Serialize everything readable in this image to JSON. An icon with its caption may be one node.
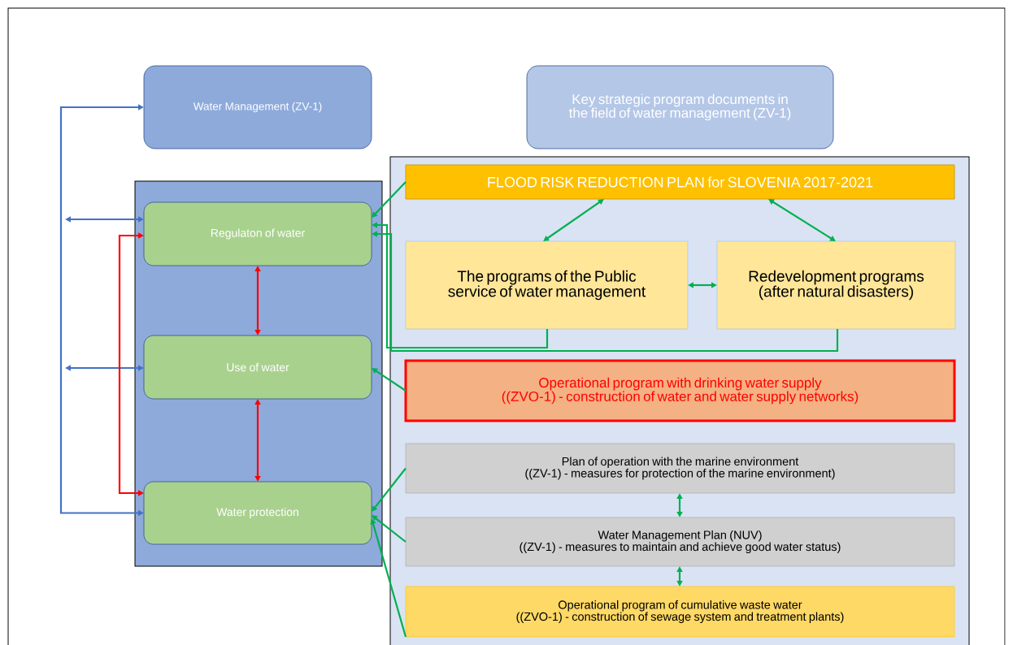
{
  "diagram": {
    "nodes": [
      {
        "text": [
          "Water Management (ZV-1)"
        ]
      },
      {
        "text": [
          "Key strategic program documents in the field of water management (ZV-1)"
        ]
      },
      {
        "text": [],
        "shape": "box"
      },
      {
        "text": [
          "Regulaton of water"
        ],
        "in": 2
      },
      {
        "text": [
          "Use of water"
        ],
        "in": 2
      },
      {
        "text": [
          "Water protection"
        ],
        "in": 2
      },
      {
        "text": [],
        "shape": "box"
      },
      {
        "text": [
          "FLOOD RISK REDUCTION PLAN for SLOVENIA 2017-2021"
        ],
        "in": 6
      },
      {
        "text": [
          "The programs of the Public service of water management"
        ],
        "in": 6
      },
      {
        "text": [
          "Redevelopment programs (after natural disasters)"
        ],
        "in": 6
      },
      {
        "text": [
          "Operational program with drinking water supply",
          "((ZVO-1) - construction of water and water supply networks)"
        ],
        "in": 6
      },
      {
        "text": [
          "Plan of operation with the marine environment",
          "((ZV-1) - measures for protection of the marine environment)"
        ],
        "in": 6
      },
      {
        "text": [
          "Water Management Plan (NUV)",
          "((ZV-1) - measures to maintain and achieve good water status)"
        ],
        "in": 6
      },
      {
        "text": [
          "Operational program of cumulative waste water",
          "((ZVO-1) - construction of sewage system and treatment plants)"
        ],
        "in": 6
      }
    ],
    "edges": [
      {
        "from": 5,
        "to": 0,
        "arrow": "both",
        "color": "#4472c4"
      },
      {
        "from": null,
        "to": 3,
        "arrow": "both",
        "color": "#4472c4"
      },
      {
        "from": null,
        "to": 4,
        "arrow": "both",
        "color": "#4472c4"
      },
      {
        "from": 3,
        "to": 4,
        "arrow": "both",
        "color": "#ff0000"
      },
      {
        "from": 4,
        "to": 5,
        "arrow": "both",
        "color": "#ff0000"
      },
      {
        "from": 3,
        "to": 5,
        "arrow": "both",
        "color": "#ff0000"
      },
      {
        "from": 7,
        "to": 3,
        "arrow": "to"
      },
      {
        "from": 7,
        "to": 8,
        "arrow": "both"
      },
      {
        "from": 7,
        "to": 9,
        "arrow": "both"
      },
      {
        "from": 8,
        "to": 9,
        "arrow": "both"
      },
      {
        "from": 8,
        "to": 3,
        "arrow": "to"
      },
      {
        "from": 9,
        "to": 3,
        "arrow": "to"
      },
      {
        "from": 10,
        "to": 4,
        "arrow": "to"
      },
      {
        "from": 11,
        "to": 5,
        "arrow": "to"
      },
      {
        "from": 12,
        "to": 5,
        "arrow": "to"
      },
      {
        "from": 13,
        "to": 5,
        "arrow": "to"
      },
      {
        "from": 11,
        "to": 12,
        "arrow": "both"
      },
      {
        "from": 12,
        "to": 13,
        "arrow": "both"
      }
    ]
  }
}
